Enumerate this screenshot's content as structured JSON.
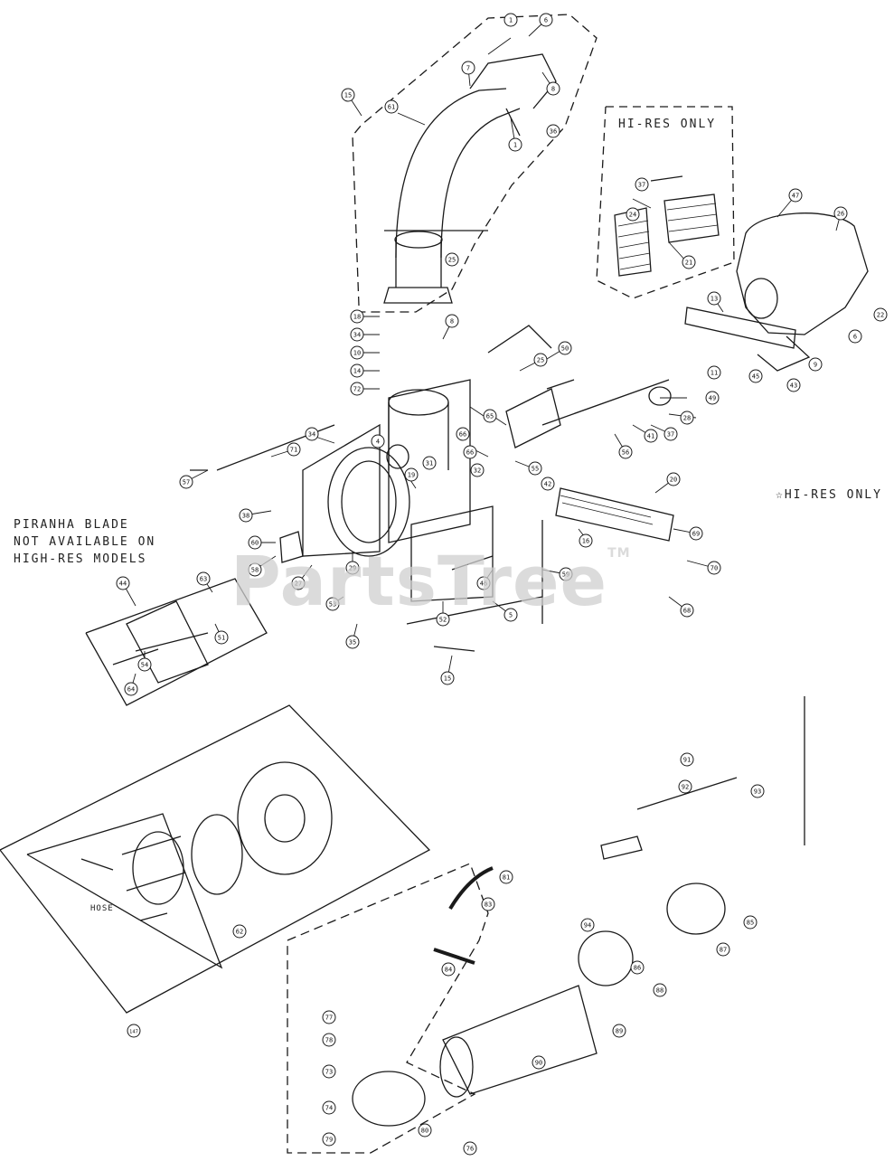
{
  "notes": {
    "hires_only_box": "HI-RES ONLY",
    "hires_only_side": "☆HI-RES ONLY",
    "piranha_note": [
      "PIRANHA BLADE",
      "NOT AVAILABLE ON",
      "HIGH-RES MODELS"
    ],
    "hose_label": "HOSE"
  },
  "watermark": {
    "brand": "PartsTree",
    "tm": "TM"
  },
  "callouts": [
    {
      "n": "1"
    },
    {
      "n": "6"
    },
    {
      "n": "7"
    },
    {
      "n": "8"
    },
    {
      "n": "36"
    },
    {
      "n": "61"
    },
    {
      "n": "1"
    },
    {
      "n": "15"
    },
    {
      "n": "25"
    },
    {
      "n": "37"
    },
    {
      "n": "24"
    },
    {
      "n": "21"
    },
    {
      "n": "47"
    },
    {
      "n": "26"
    },
    {
      "n": "13"
    },
    {
      "n": "22"
    },
    {
      "n": "6"
    },
    {
      "n": "9"
    },
    {
      "n": "43"
    },
    {
      "n": "45"
    },
    {
      "n": "11"
    },
    {
      "n": "18"
    },
    {
      "n": "34"
    },
    {
      "n": "10"
    },
    {
      "n": "14"
    },
    {
      "n": "72"
    },
    {
      "n": "8"
    },
    {
      "n": "25"
    },
    {
      "n": "50"
    },
    {
      "n": "49"
    },
    {
      "n": "28"
    },
    {
      "n": "37"
    },
    {
      "n": "56"
    },
    {
      "n": "41"
    },
    {
      "n": "65"
    },
    {
      "n": "66"
    },
    {
      "n": "66"
    },
    {
      "n": "31"
    },
    {
      "n": "32"
    },
    {
      "n": "55"
    },
    {
      "n": "42"
    },
    {
      "n": "34"
    },
    {
      "n": "71"
    },
    {
      "n": "57"
    },
    {
      "n": "38"
    },
    {
      "n": "4"
    },
    {
      "n": "19"
    },
    {
      "n": "20"
    },
    {
      "n": "16"
    },
    {
      "n": "69"
    },
    {
      "n": "70"
    },
    {
      "n": "68"
    },
    {
      "n": "59"
    },
    {
      "n": "60"
    },
    {
      "n": "58"
    },
    {
      "n": "27"
    },
    {
      "n": "29"
    },
    {
      "n": "35"
    },
    {
      "n": "53"
    },
    {
      "n": "15"
    },
    {
      "n": "5"
    },
    {
      "n": "52"
    },
    {
      "n": "46"
    },
    {
      "n": "44"
    },
    {
      "n": "63"
    },
    {
      "n": "51"
    },
    {
      "n": "54"
    },
    {
      "n": "64"
    },
    {
      "n": "147"
    },
    {
      "n": "62"
    },
    {
      "n": "81"
    },
    {
      "n": "83"
    },
    {
      "n": "84"
    },
    {
      "n": "77"
    },
    {
      "n": "78"
    },
    {
      "n": "73"
    },
    {
      "n": "74"
    },
    {
      "n": "79"
    },
    {
      "n": "80"
    },
    {
      "n": "76"
    },
    {
      "n": "90"
    },
    {
      "n": "89"
    },
    {
      "n": "88"
    },
    {
      "n": "86"
    },
    {
      "n": "87"
    },
    {
      "n": "85"
    },
    {
      "n": "91"
    },
    {
      "n": "92"
    },
    {
      "n": "93"
    },
    {
      "n": "94"
    }
  ]
}
